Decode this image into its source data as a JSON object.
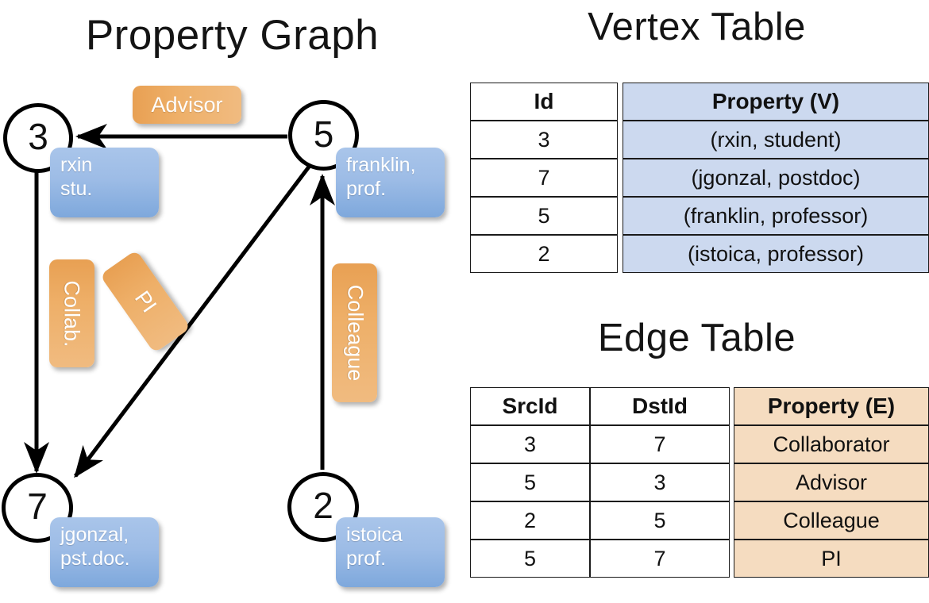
{
  "titles": {
    "graph": "Property Graph",
    "vertex_table": "Vertex Table",
    "edge_table": "Edge Table"
  },
  "graph": {
    "nodes": [
      {
        "id": "3",
        "property_label": "rxin\nstu."
      },
      {
        "id": "5",
        "property_label": "franklin,\nprof."
      },
      {
        "id": "7",
        "property_label": "jgonzal,\npst.doc."
      },
      {
        "id": "2",
        "property_label": "istoica\nprof."
      }
    ],
    "node_labels": {
      "n3": "3",
      "n5": "5",
      "n7": "7",
      "n2": "2"
    },
    "vertex_boxes": {
      "rxin_line1": "rxin",
      "rxin_line2": "stu.",
      "franklin_line1": "franklin,",
      "franklin_line2": "prof.",
      "jgonzal_line1": "jgonzal,",
      "jgonzal_line2": "pst.doc.",
      "istoica_line1": "istoica",
      "istoica_line2": "prof."
    },
    "edge_labels": {
      "advisor": "Advisor",
      "collab": "Collab.",
      "pi": "PI",
      "colleague": "Colleague"
    },
    "edges": [
      {
        "from": "5",
        "to": "3",
        "label": "Advisor"
      },
      {
        "from": "3",
        "to": "7",
        "label": "Collab."
      },
      {
        "from": "5",
        "to": "7",
        "label": "PI"
      },
      {
        "from": "2",
        "to": "5",
        "label": "Colleague"
      }
    ]
  },
  "vertex_table": {
    "headers": [
      "Id",
      "Property (V)"
    ],
    "rows": [
      {
        "id": "3",
        "property": "(rxin, student)"
      },
      {
        "id": "7",
        "property": "(jgonzal, postdoc)"
      },
      {
        "id": "5",
        "property": "(franklin, professor)"
      },
      {
        "id": "2",
        "property": "(istoica, professor)"
      }
    ]
  },
  "edge_table": {
    "headers": [
      "SrcId",
      "DstId",
      "Property (E)"
    ],
    "rows": [
      {
        "src": "3",
        "dst": "7",
        "property": "Collaborator"
      },
      {
        "src": "5",
        "dst": "3",
        "property": "Advisor"
      },
      {
        "src": "2",
        "dst": "5",
        "property": "Colleague"
      },
      {
        "src": "5",
        "dst": "7",
        "property": "PI"
      }
    ]
  },
  "colors": {
    "vertex_fill": "#ccd9ef",
    "edge_fill": "#f5dcc0",
    "vertex_box": "#9dbce6",
    "edge_box": "#eeaf68",
    "stroke": "#000000"
  }
}
